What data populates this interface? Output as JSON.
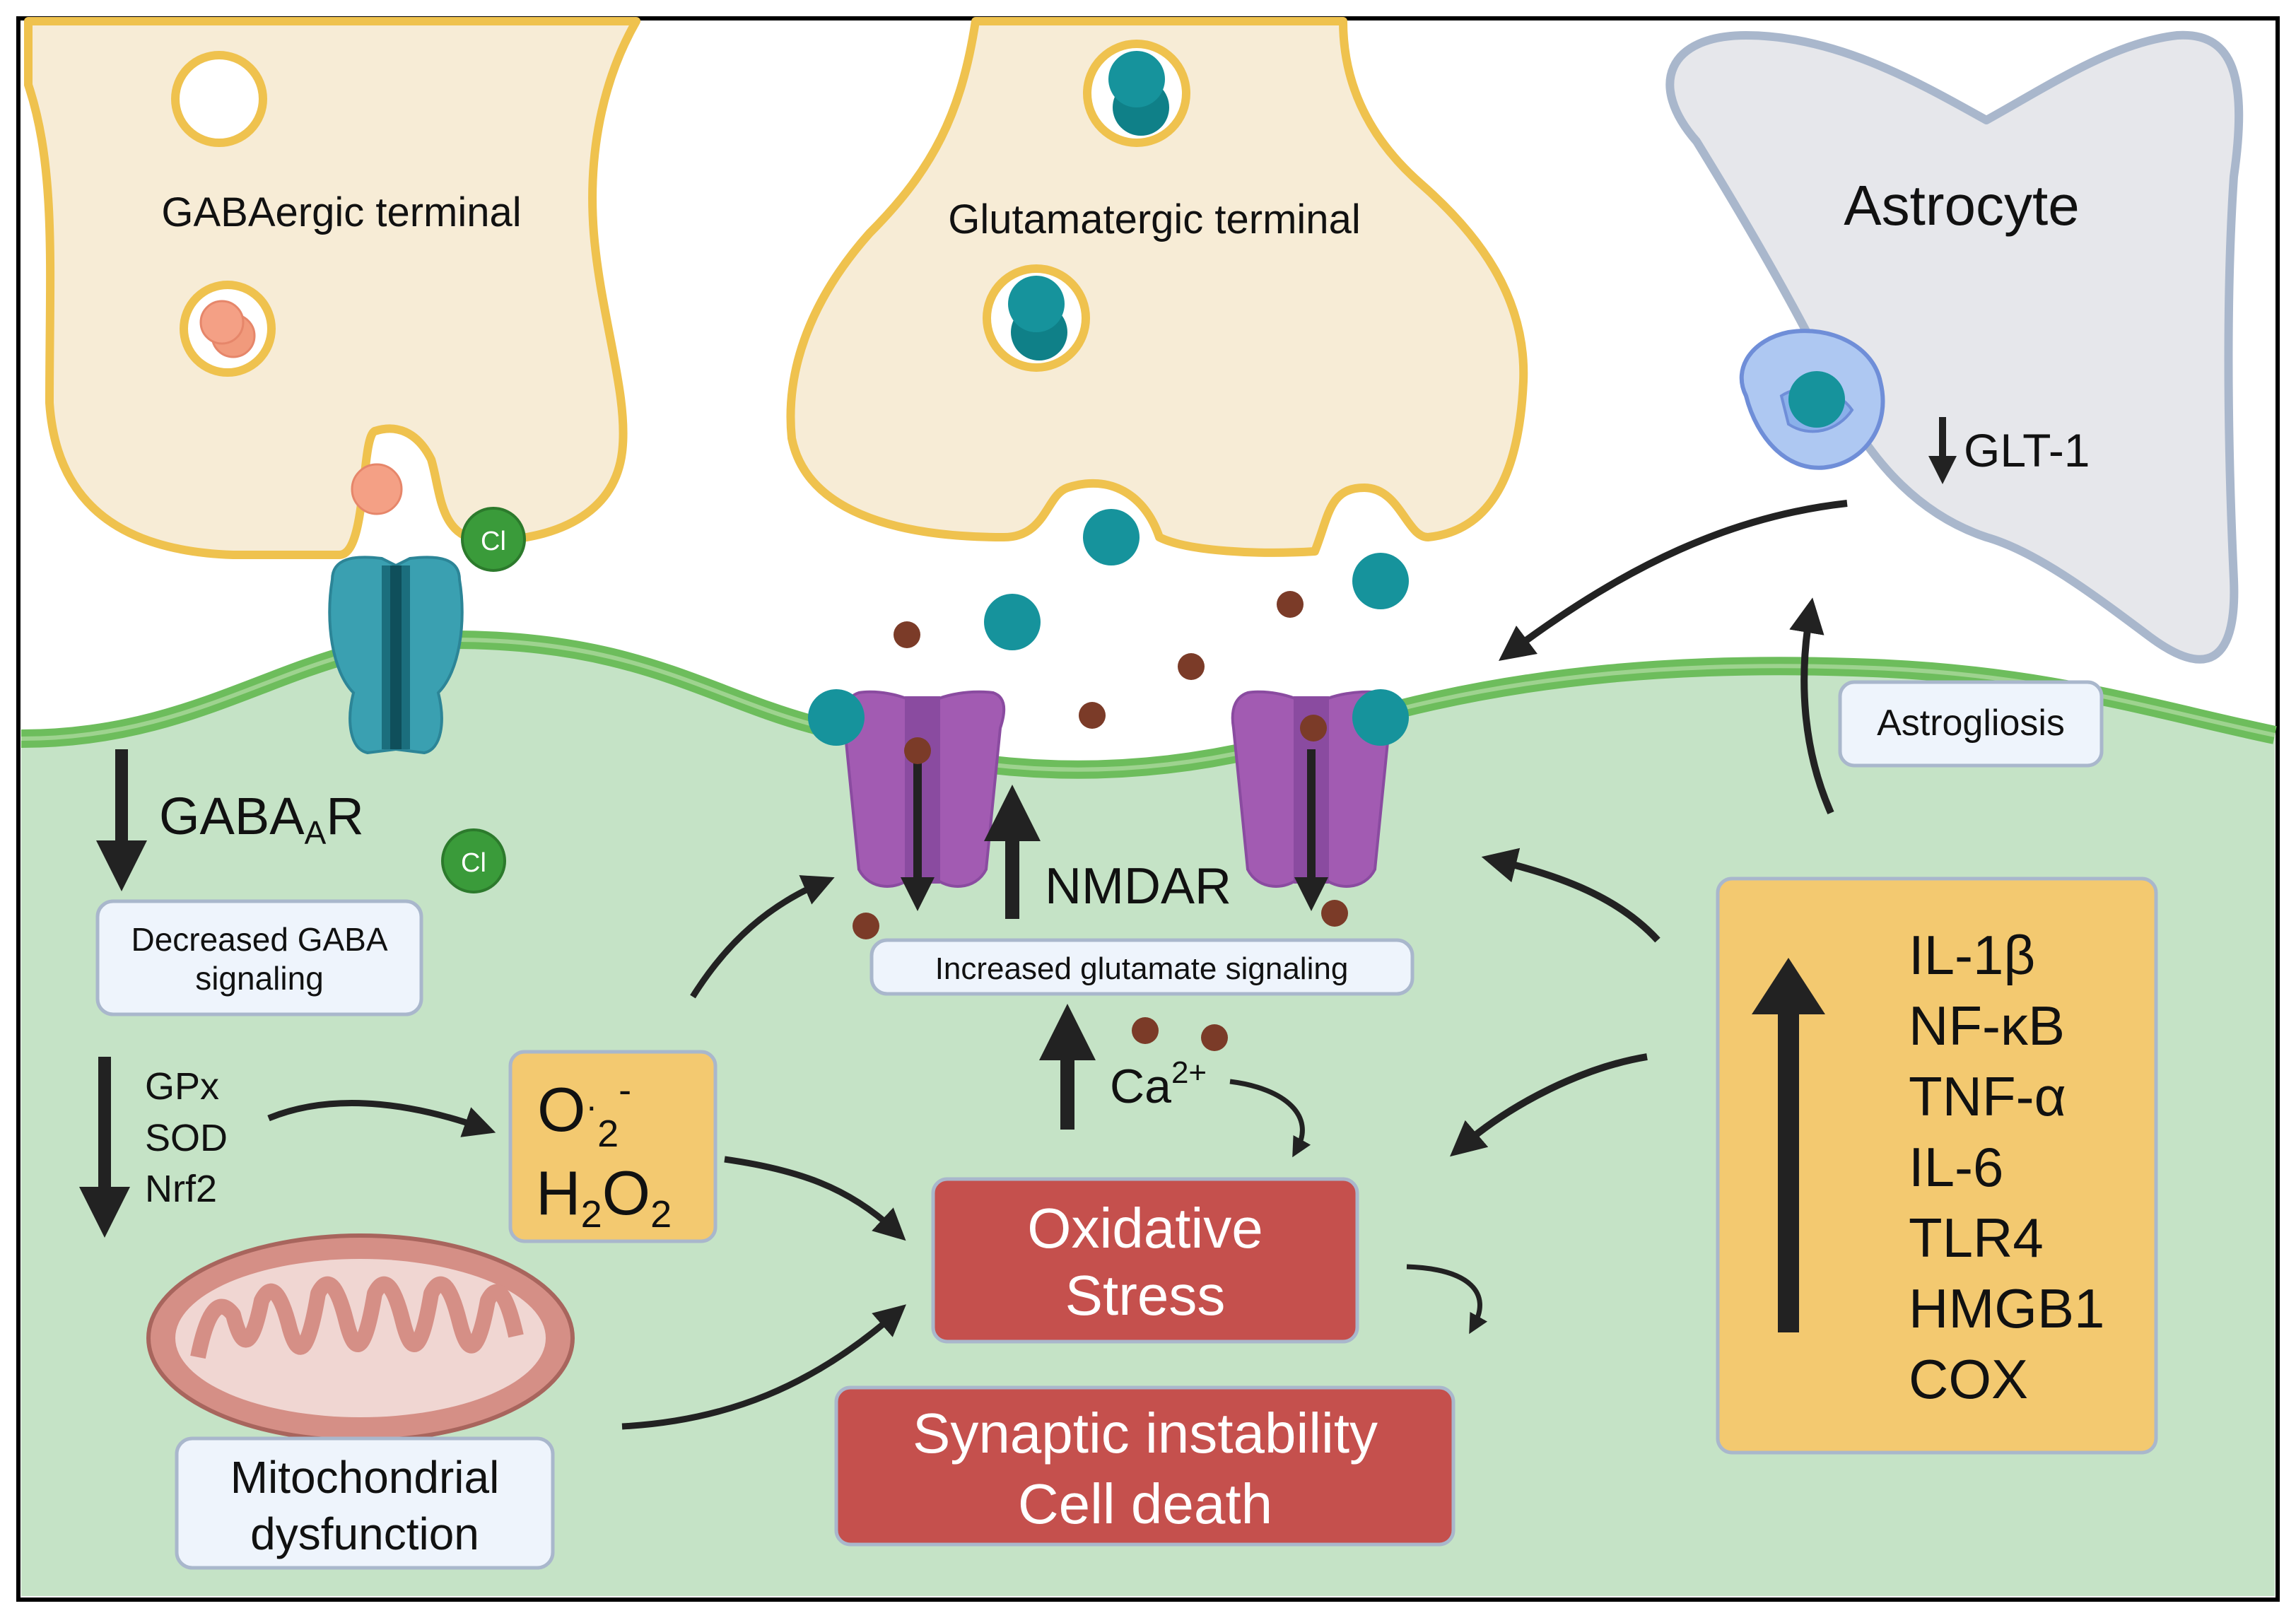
{
  "labels": {
    "gaba_terminal": "GABAergic terminal",
    "glu_terminal": "Glutamatergic terminal",
    "astrocyte": "Astrocyte",
    "glt1": "GLT-1",
    "cl_ion": "Cl",
    "gabaa_main": "GABA",
    "gabaa_sub": "A",
    "gabaa_tail": "R",
    "decreased_gaba_line1": "Decreased GABA",
    "decreased_gaba_line2": "signaling",
    "nmdar": "NMDAR",
    "increased_glu": "Increased glutamate signaling",
    "ca_main": "Ca",
    "ca_sup": "2+",
    "gpx": "GPx",
    "sod": "SOD",
    "nrf2": "Nrf2",
    "ros_o": "O",
    "ros_o_sup": "·",
    "ros_o_sub": "2",
    "ros_o_charge": "-",
    "ros_h": "H",
    "ros_h_sub1": "2",
    "ros_h_o": "O",
    "ros_h_sub2": "2",
    "oxidative_line1": "Oxidative",
    "oxidative_line2": "Stress",
    "synaptic_line1": "Synaptic instability",
    "synaptic_line2": "Cell death",
    "mito_line1": "Mitochondrial",
    "mito_line2": "dysfunction",
    "astrogliosis": "Astrogliosis"
  },
  "cytokines": [
    "IL-1β",
    "NF-κB",
    "TNF-α",
    "IL-6",
    "TLR4",
    "HMGB1",
    "COX"
  ],
  "colors": {
    "cytoplasm": "#c5e3c6",
    "membrane": "#6dbd5c",
    "terminal_fill": "#f7ecd6",
    "terminal_stroke": "#efc24e",
    "gaba_particle": "#f4a085",
    "glutamate": "#16939c",
    "calcium": "#7b3b28",
    "chloride": "#3a9b3a",
    "gaba_receptor": "#3aa0b1",
    "nmda_receptor": "#a25bb2",
    "astrocyte_fill": "#e6e7eb",
    "astrocyte_stroke": "#a9b7cc",
    "red_box": "#c5504d",
    "yellow_box": "#f3c970",
    "label_box": "#eef4fc",
    "arrow": "#222222"
  }
}
